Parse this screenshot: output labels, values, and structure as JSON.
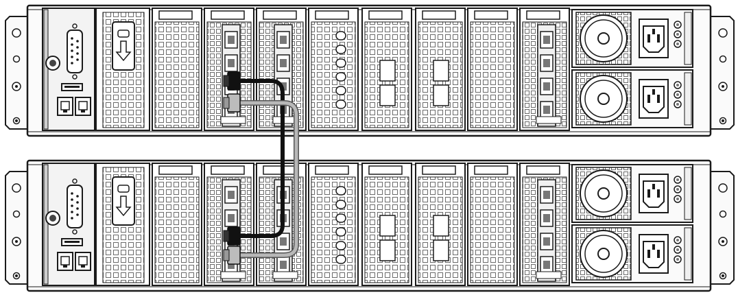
{
  "diagram": {
    "chassis_count": 2,
    "chassis": [
      {
        "id": "top"
      },
      {
        "id": "bottom"
      }
    ],
    "cables": [
      {
        "color": "#111111",
        "from": "top-sas-port-1",
        "to": "bottom-sas-port-1"
      },
      {
        "color": "#b8b8b8",
        "from": "top-sas-port-2",
        "to": "bottom-sas-port-2"
      }
    ],
    "colors": {
      "outline": "#1a1a1a",
      "panel": "#f3f3f3",
      "grille": "#5a5a5a",
      "background": "#ffffff"
    },
    "icons": [
      "vga-port-icon",
      "power-button-icon",
      "usb-port-icon",
      "ethernet-port-icon",
      "sliding-drawer-arrow-icon",
      "fan-icon",
      "power-inlet-icon",
      "led-icon"
    ]
  }
}
